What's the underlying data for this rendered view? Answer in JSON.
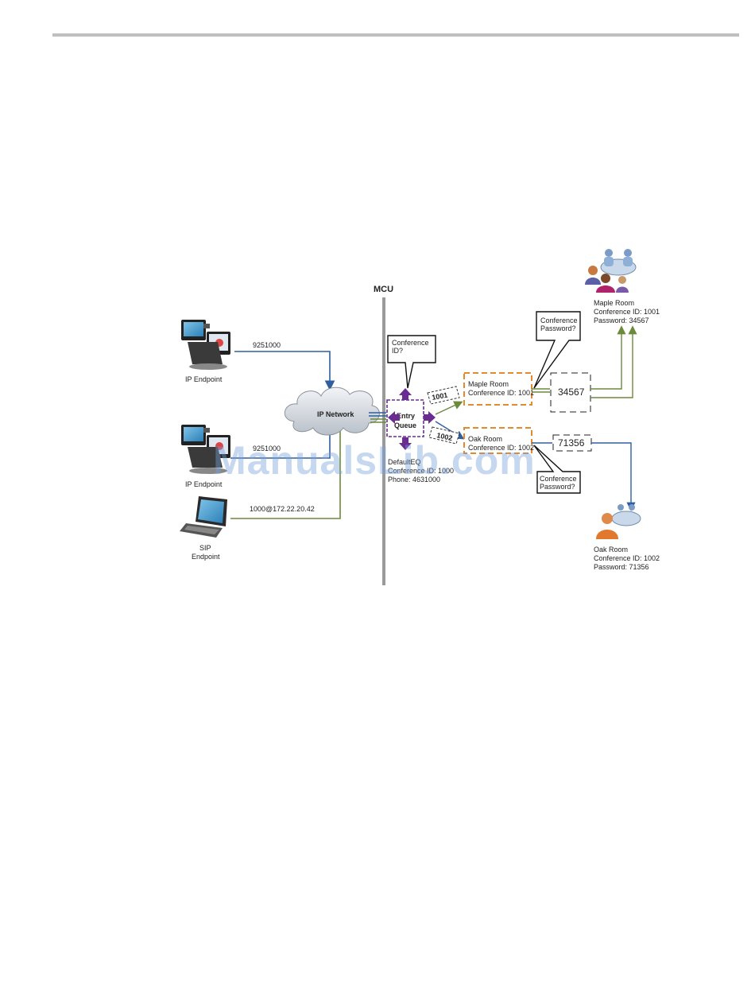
{
  "mcu_label": "MCU",
  "endpoints": [
    {
      "label_lines": [
        "IP Endpoint"
      ],
      "dial": "9251000",
      "icon": "video-endpoint-icon"
    },
    {
      "label_lines": [
        "IP Endpoint"
      ],
      "dial": "9251000",
      "icon": "video-endpoint-icon"
    },
    {
      "label_lines": [
        "SIP",
        "Endpoint"
      ],
      "dial": "1000@172.22.20.42",
      "icon": "laptop-icon"
    }
  ],
  "network": {
    "label": "IP Network"
  },
  "entry_queue": {
    "label_lines": [
      "Entry",
      "Queue"
    ],
    "info_lines": [
      "DefaultEQ",
      "Conference ID: 1000",
      "Phone: 4631000"
    ],
    "callout_lines": [
      "Conference",
      "ID?"
    ]
  },
  "routes": [
    {
      "id_tag": "1001",
      "password_box": "34567",
      "callout_lines": [
        "Conference",
        "Password?"
      ]
    },
    {
      "id_tag": "1002",
      "password_box": "71356",
      "callout_lines": [
        "Conference",
        "Password?"
      ]
    }
  ],
  "rooms": [
    {
      "box_lines": [
        "Maple Room",
        "Conference ID: 1001"
      ],
      "info_lines": [
        "Maple Room",
        "Conference ID: 1001",
        "Password: 34567"
      ],
      "icon": "meeting-room-icon"
    },
    {
      "box_lines": [
        "Oak Room",
        "Conference ID: 1002"
      ],
      "info_lines": [
        "Oak Room",
        "Conference ID: 1002",
        "Password: 71356"
      ],
      "icon": "meeting-room-icon"
    }
  ],
  "watermark": "ManualsLib.com",
  "colors": {
    "ip_line": "#2f5f9e",
    "sip_line": "#6b8a3a",
    "entry_queue_arrows": "#6a2c91",
    "room_box_border": "#e5892e",
    "mcu_line": "#9a9a9a"
  }
}
